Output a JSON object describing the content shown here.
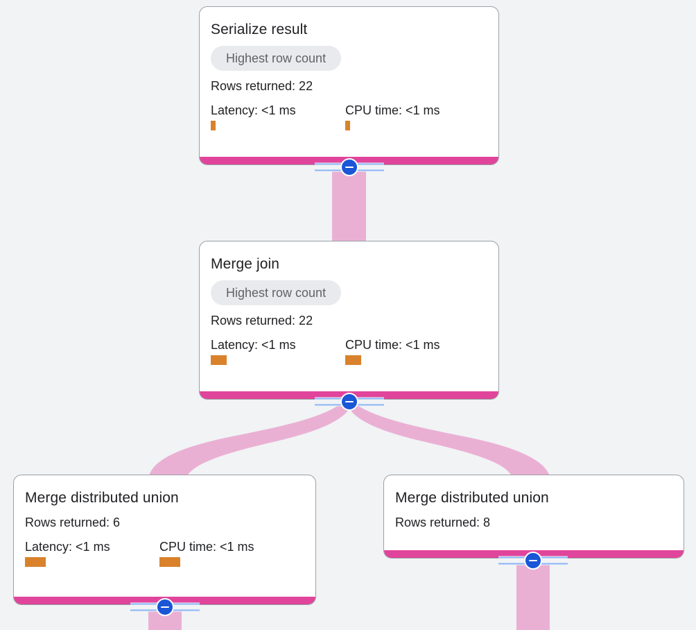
{
  "canvas": {
    "background_color": "#f1f3f4",
    "edge_color": "#eab0d4",
    "footer_bar_color": "#e0449b",
    "bar_color": "#d9822b",
    "toggle_color": "#1a56d6",
    "badge_bg_color": "#e8eaed",
    "badge_text_color": "#5f6368"
  },
  "nodes": [
    {
      "id": "serialize-result",
      "title": "Serialize result",
      "badge": "Highest row count",
      "rows": "Rows returned: 22",
      "latency_label": "Latency: <1 ms",
      "cpu_label": "CPU time: <1 ms",
      "latency_bar_width": 7,
      "cpu_bar_width": 7
    },
    {
      "id": "merge-join",
      "title": "Merge join",
      "badge": "Highest row count",
      "rows": "Rows returned: 22",
      "latency_label": "Latency: <1 ms",
      "cpu_label": "CPU time: <1 ms",
      "latency_bar_width": 23,
      "cpu_bar_width": 23
    },
    {
      "id": "merge-distributed-union-left",
      "title": "Merge distributed union",
      "badge": null,
      "rows": "Rows returned: 6",
      "latency_label": "Latency: <1 ms",
      "cpu_label": "CPU time: <1 ms",
      "latency_bar_width": 30,
      "cpu_bar_width": 30
    },
    {
      "id": "merge-distributed-union-right",
      "title": "Merge distributed union",
      "badge": null,
      "rows": "Rows returned: 8",
      "latency_label": null,
      "cpu_label": null,
      "latency_bar_width": 0,
      "cpu_bar_width": 0
    }
  ],
  "toggles": [
    {
      "id": "toggle-serialize-result",
      "icon": "minus-icon"
    },
    {
      "id": "toggle-merge-join",
      "icon": "minus-icon"
    },
    {
      "id": "toggle-merge-distributed-union-left",
      "icon": "minus-icon"
    },
    {
      "id": "toggle-merge-distributed-union-right",
      "icon": "minus-icon"
    }
  ]
}
